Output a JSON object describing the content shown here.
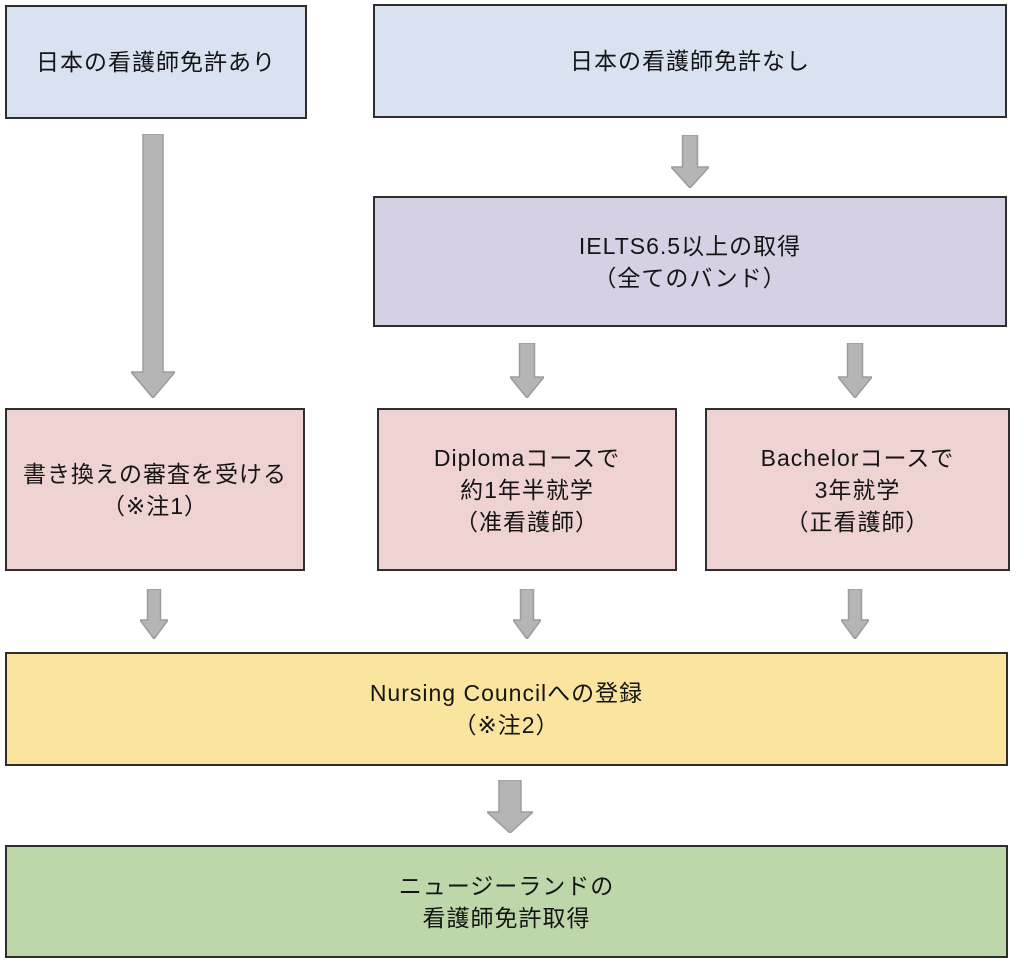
{
  "diagram": {
    "description_nodes": {
      "japan_license_yes": {
        "label": "日本の看護師免許あり",
        "fill": "#d8e2f0"
      },
      "japan_license_no": {
        "label": "日本の看護師免許なし",
        "fill": "#d8e2f0"
      },
      "ielts": {
        "label": "IELTS6.5以上の取得\n（全てのバンド）",
        "fill": "#d5d0e3"
      },
      "rewrite_review": {
        "label": "書き換えの審査を受ける\n（※注1）",
        "fill": "#efd3d3"
      },
      "diploma_course": {
        "label": "Diplomaコースで\n約1年半就学\n（准看護師）",
        "fill": "#efd3d3"
      },
      "bachelor_course": {
        "label": "Bachelorコースで\n3年就学\n（正看護師）",
        "fill": "#efd3d3"
      },
      "nursing_council": {
        "label": "Nursing Councilへの登録\n（※注2）",
        "fill": "#fae49e"
      },
      "nz_license": {
        "label": "ニュージーランドの\n看護師免許取得",
        "fill": "#bdd7ab"
      }
    },
    "style": {
      "node_border_color": "#2e2e2e",
      "text_color": "#141414",
      "arrow_fill": "#b5b5b5",
      "arrow_stroke": "#9b9b9b",
      "background": "#ffffff"
    }
  }
}
